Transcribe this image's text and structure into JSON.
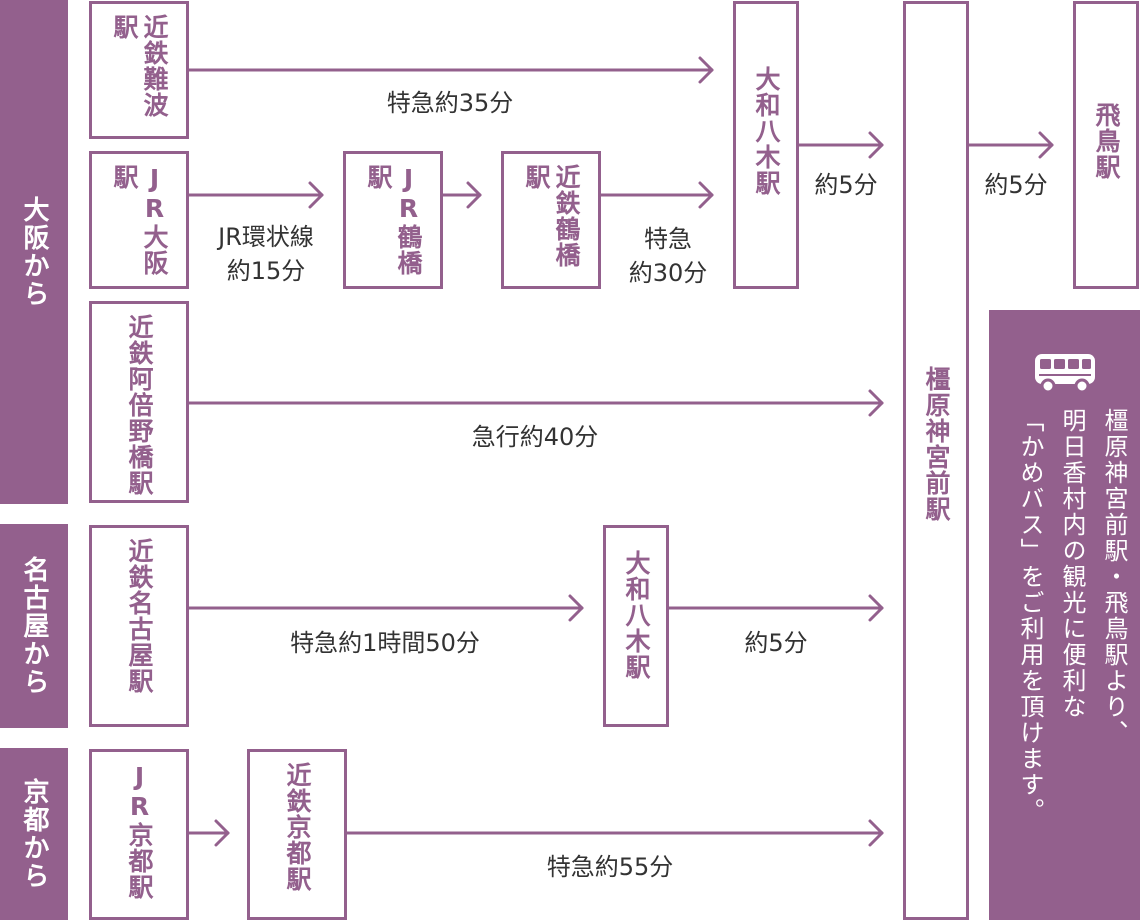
{
  "regions": {
    "osaka": "大阪から",
    "nagoya": "名古屋から",
    "kyoto": "京都から"
  },
  "stations": {
    "namba": "近鉄難波駅",
    "osaka": "JR大阪駅",
    "tsuruhashi_jr": "JR鶴橋駅",
    "tsuruhashi_kintetsu": "近鉄鶴橋駅",
    "abenobashi": "近鉄阿倍野橋駅",
    "nagoya": "近鉄名古屋駅",
    "kyoto_jr": "JR京都駅",
    "kyoto_kintetsu": "近鉄京都駅",
    "yamato_yagi_1": "大和八木駅",
    "yamato_yagi_2": "大和八木駅",
    "kashihara": "橿原神宮前駅",
    "asuka": "飛鳥駅"
  },
  "routes": {
    "namba_yagi": "特急約35分",
    "jr_loop_1": "JR環状線",
    "jr_loop_2": "約15分",
    "tsuruhashi_yagi_1": "特急",
    "tsuruhashi_yagi_2": "約30分",
    "yagi_kashihara": "約5分",
    "kashihara_asuka": "約5分",
    "abeno_kashihara": "急行約40分",
    "nagoya_yagi": "特急約1時間50分",
    "yagi2_kashihara": "約5分",
    "kyoto_kashihara": "特急約55分"
  },
  "bus_info": {
    "icon": "bus-icon",
    "line1": "橿原神宮前駅・飛鳥駅より、",
    "line2": "明日香村内の観光に便利な",
    "line3": "「かめバス」をご利用を頂けます。"
  },
  "colors": {
    "accent": "#93608d",
    "text": "#333333",
    "background": "#ffffff"
  }
}
